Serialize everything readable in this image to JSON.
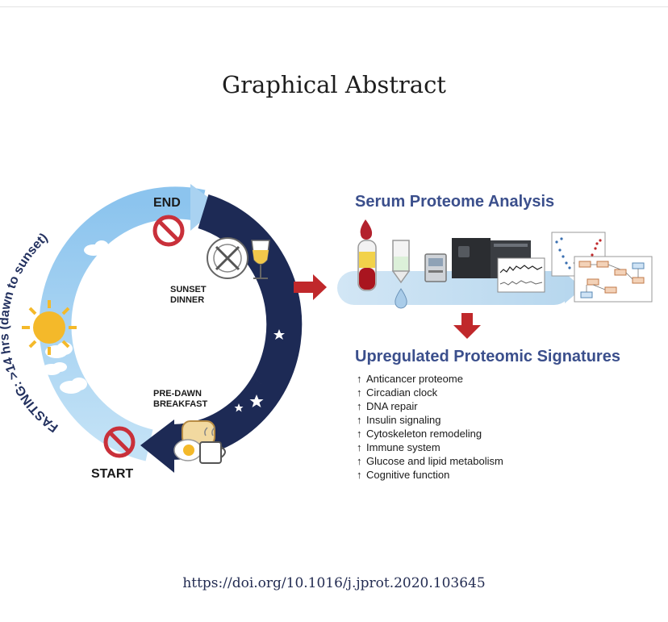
{
  "page": {
    "title": "Graphical Abstract",
    "doi": "https://doi.org/10.1016/j.jprot.2020.103645"
  },
  "cycle": {
    "fasting_label": "FASTING: >14 hrs (dawn to sunset)",
    "end": "END",
    "start": "START",
    "sunset_line1": "SUNSET",
    "sunset_line2": "DINNER",
    "predawn_line1": "PRE-DAWN",
    "predawn_line2": "BREAKFAST"
  },
  "analysis": {
    "heading": "Serum Proteome Analysis"
  },
  "signatures": {
    "heading": "Upregulated Proteomic Signatures",
    "arrow": "↑",
    "items": [
      "Anticancer proteome",
      "Circadian clock",
      "DNA repair",
      "Insulin signaling",
      "Cytoskeleton remodeling",
      "Immune system",
      "Glucose and lipid metabolism",
      "Cognitive function"
    ]
  },
  "colors": {
    "day_ring": "#a9d2f1",
    "night_ring": "#1d2a55",
    "heading": "#3b4f8c",
    "red_arrow": "#c0282b",
    "prohibit": "#c9303a",
    "sun": "#f4b92a"
  }
}
